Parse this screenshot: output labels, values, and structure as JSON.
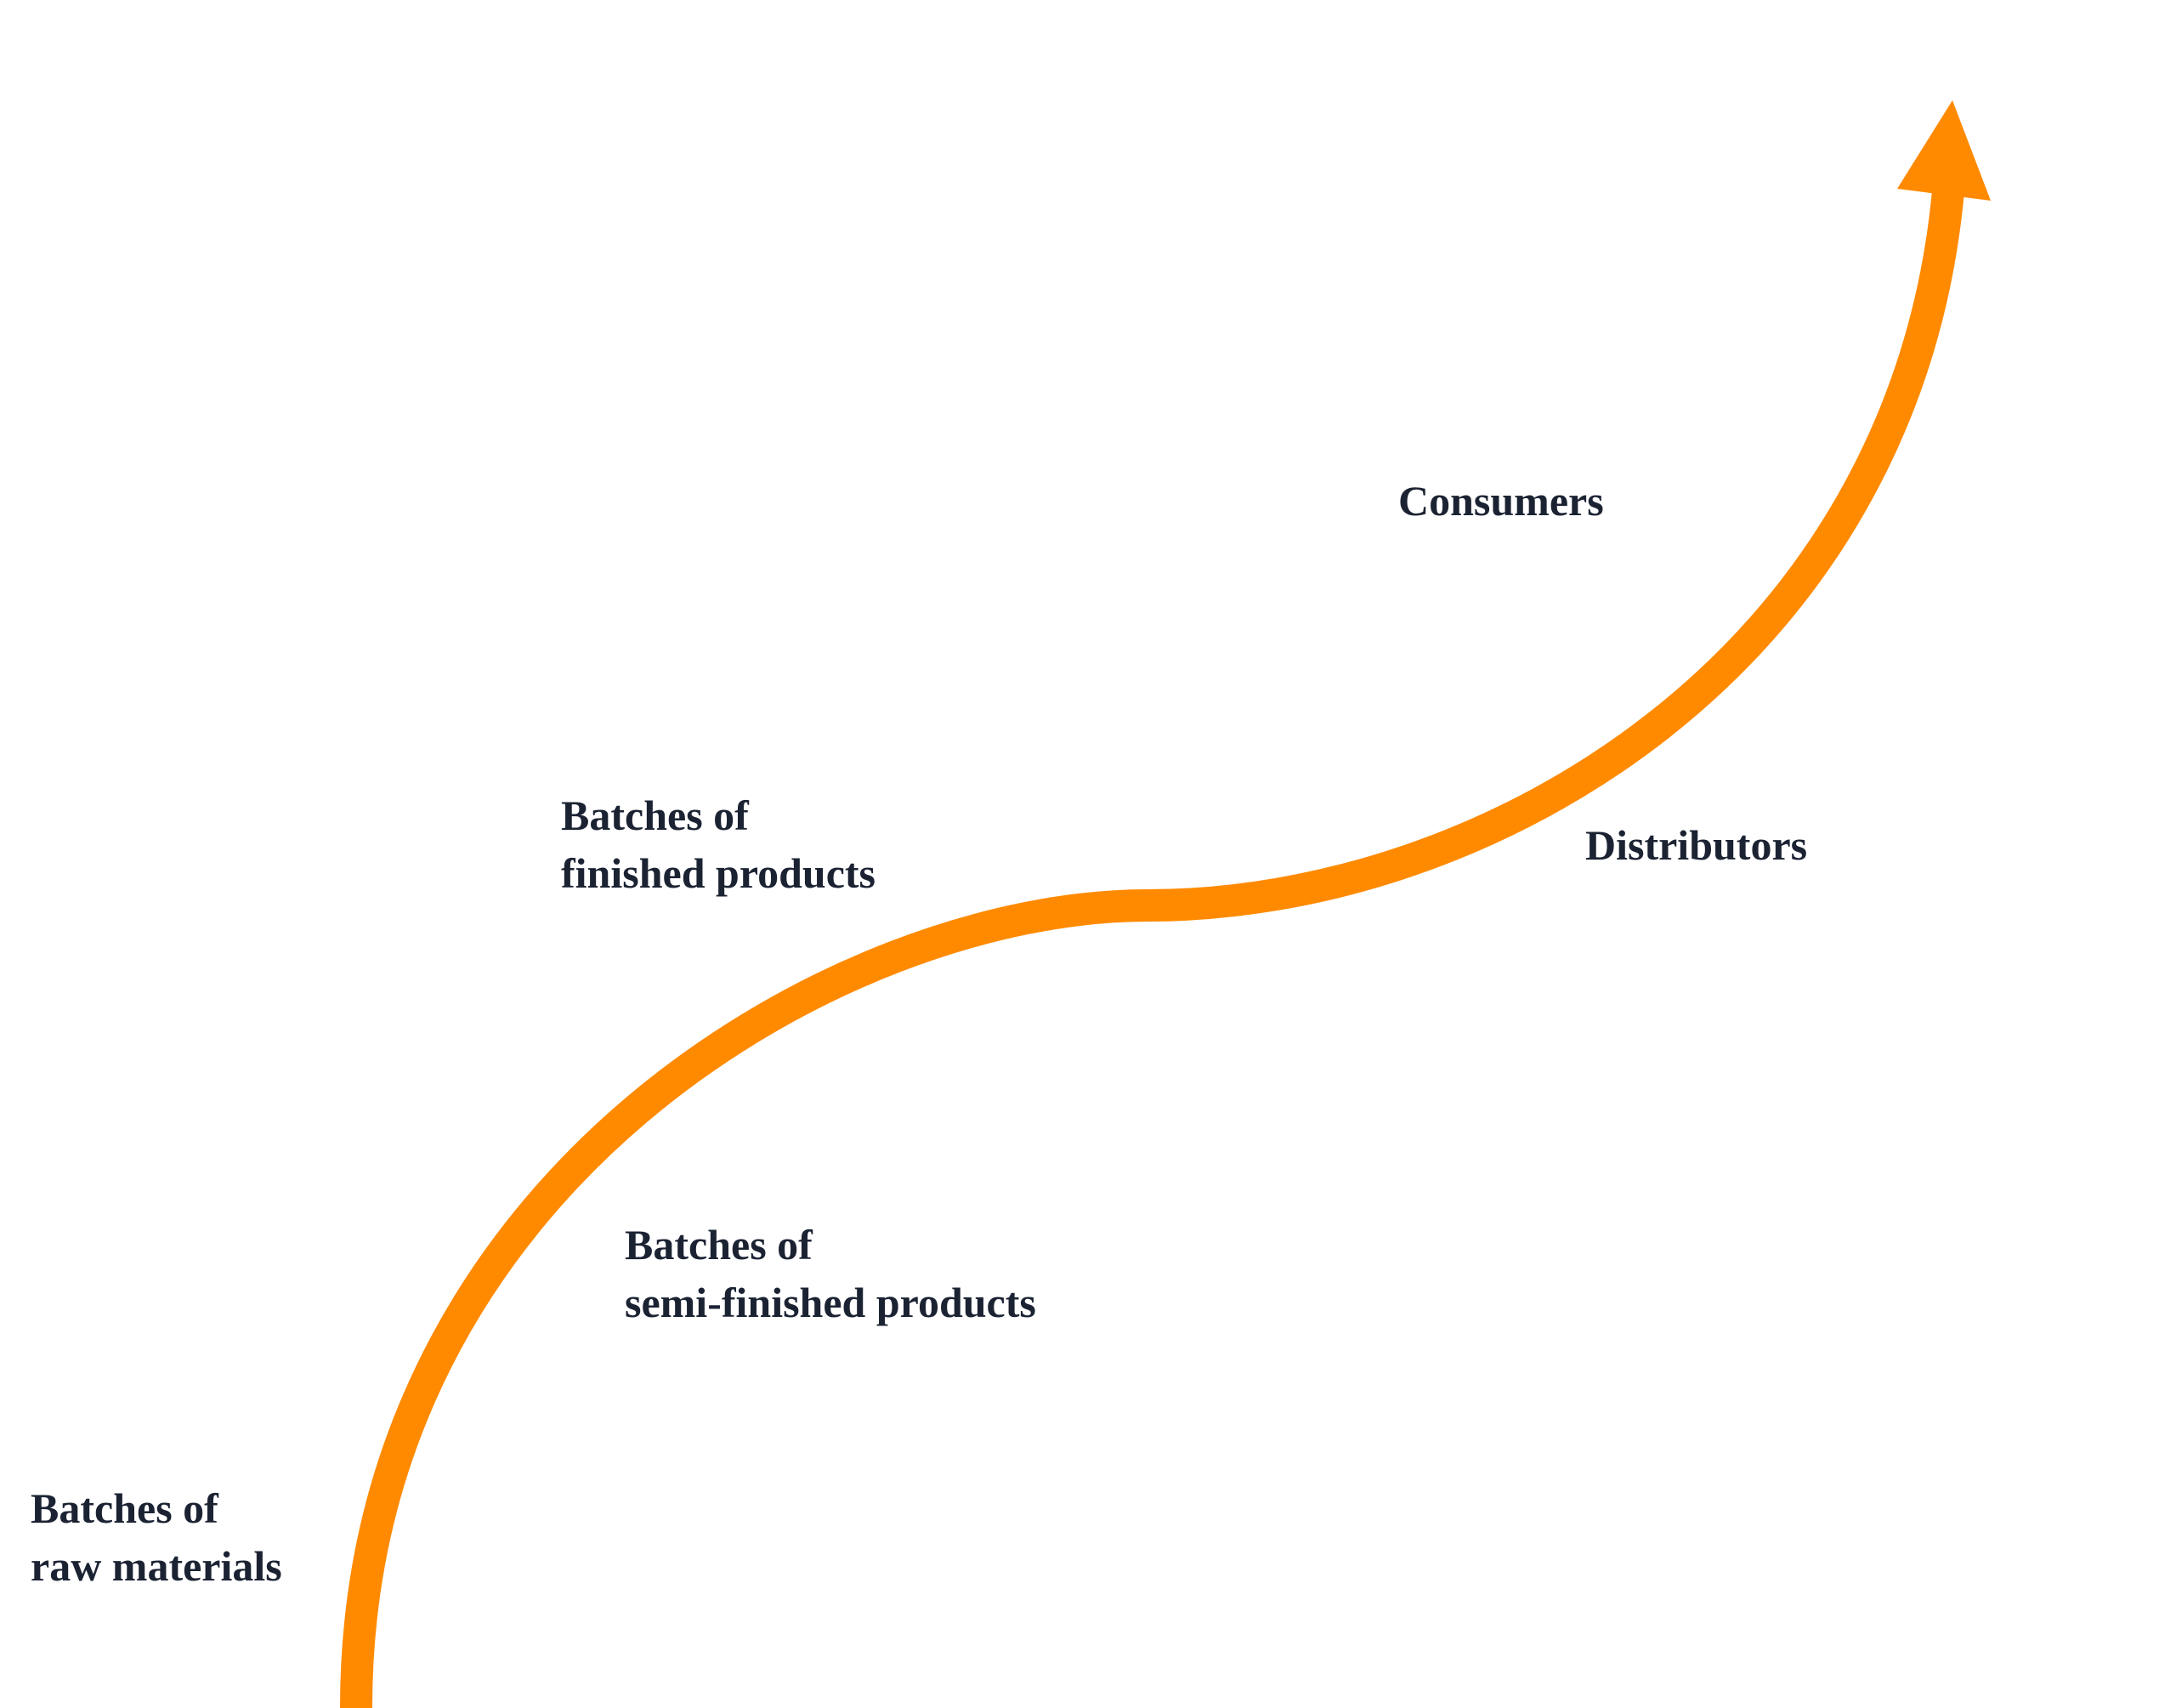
{
  "colors": {
    "arrow": "#FF8A00",
    "text": "#1B2333",
    "background": "#FFFFFF"
  },
  "diagram": {
    "type": "flow-arrow",
    "stages": [
      {
        "id": "raw",
        "lines": [
          "Batches of",
          "raw materials"
        ]
      },
      {
        "id": "semi",
        "lines": [
          "Batches of",
          "semi-finished products"
        ]
      },
      {
        "id": "finished",
        "lines": [
          "Batches of",
          "finished products"
        ]
      },
      {
        "id": "distributors",
        "lines": [
          "Distributors"
        ]
      },
      {
        "id": "consumers",
        "lines": [
          "Consumers"
        ]
      }
    ]
  }
}
